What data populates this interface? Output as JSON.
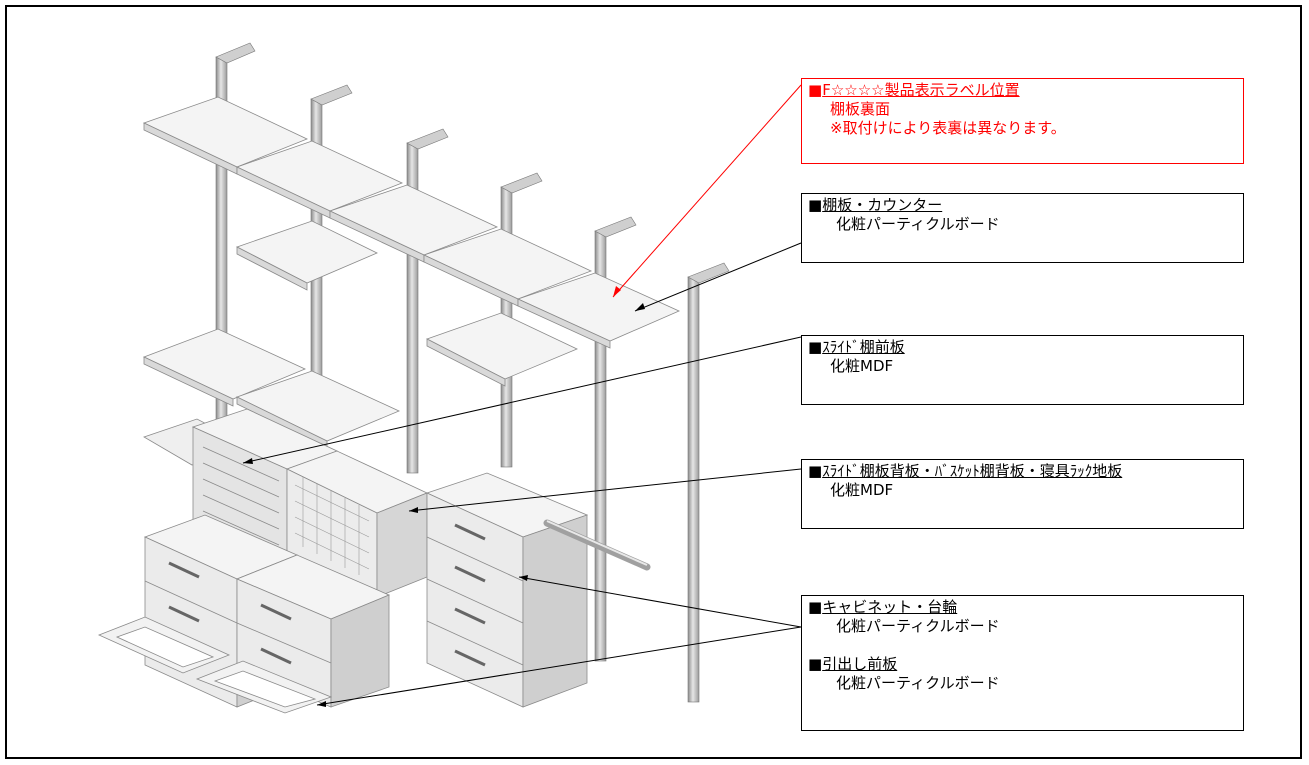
{
  "colors": {
    "red_accent": "#ff0000",
    "line": "#000000",
    "panel_top": "#f4f4f4",
    "panel_side": "#d9d9d9",
    "post": "#bfbfbf"
  },
  "callouts": {
    "label_position": {
      "marker": "■",
      "title": "F☆☆☆☆製品表示ラベル位置",
      "line1": "棚板裏面",
      "line2": "※取付けにより表裏は異なります。"
    },
    "shelf_counter": {
      "marker": "■",
      "title": "棚板・カウンター",
      "line1": "化粧パーティクルボード"
    },
    "slide_front": {
      "marker": "■",
      "title": "ｽﾗｲﾄﾞ棚前板",
      "line1": "化粧MDF"
    },
    "slide_back": {
      "marker": "■",
      "title": "ｽﾗｲﾄﾞ棚板背板・ﾊﾞｽｹｯﾄ棚背板・寝具ﾗｯｸ地板",
      "line1": "化粧MDF"
    },
    "cabinet": {
      "marker": "■",
      "title": "キャビネット・台輪",
      "line1": "化粧パーティクルボード",
      "title2": "引出し前板",
      "line2": "化粧パーティクルボード"
    }
  }
}
